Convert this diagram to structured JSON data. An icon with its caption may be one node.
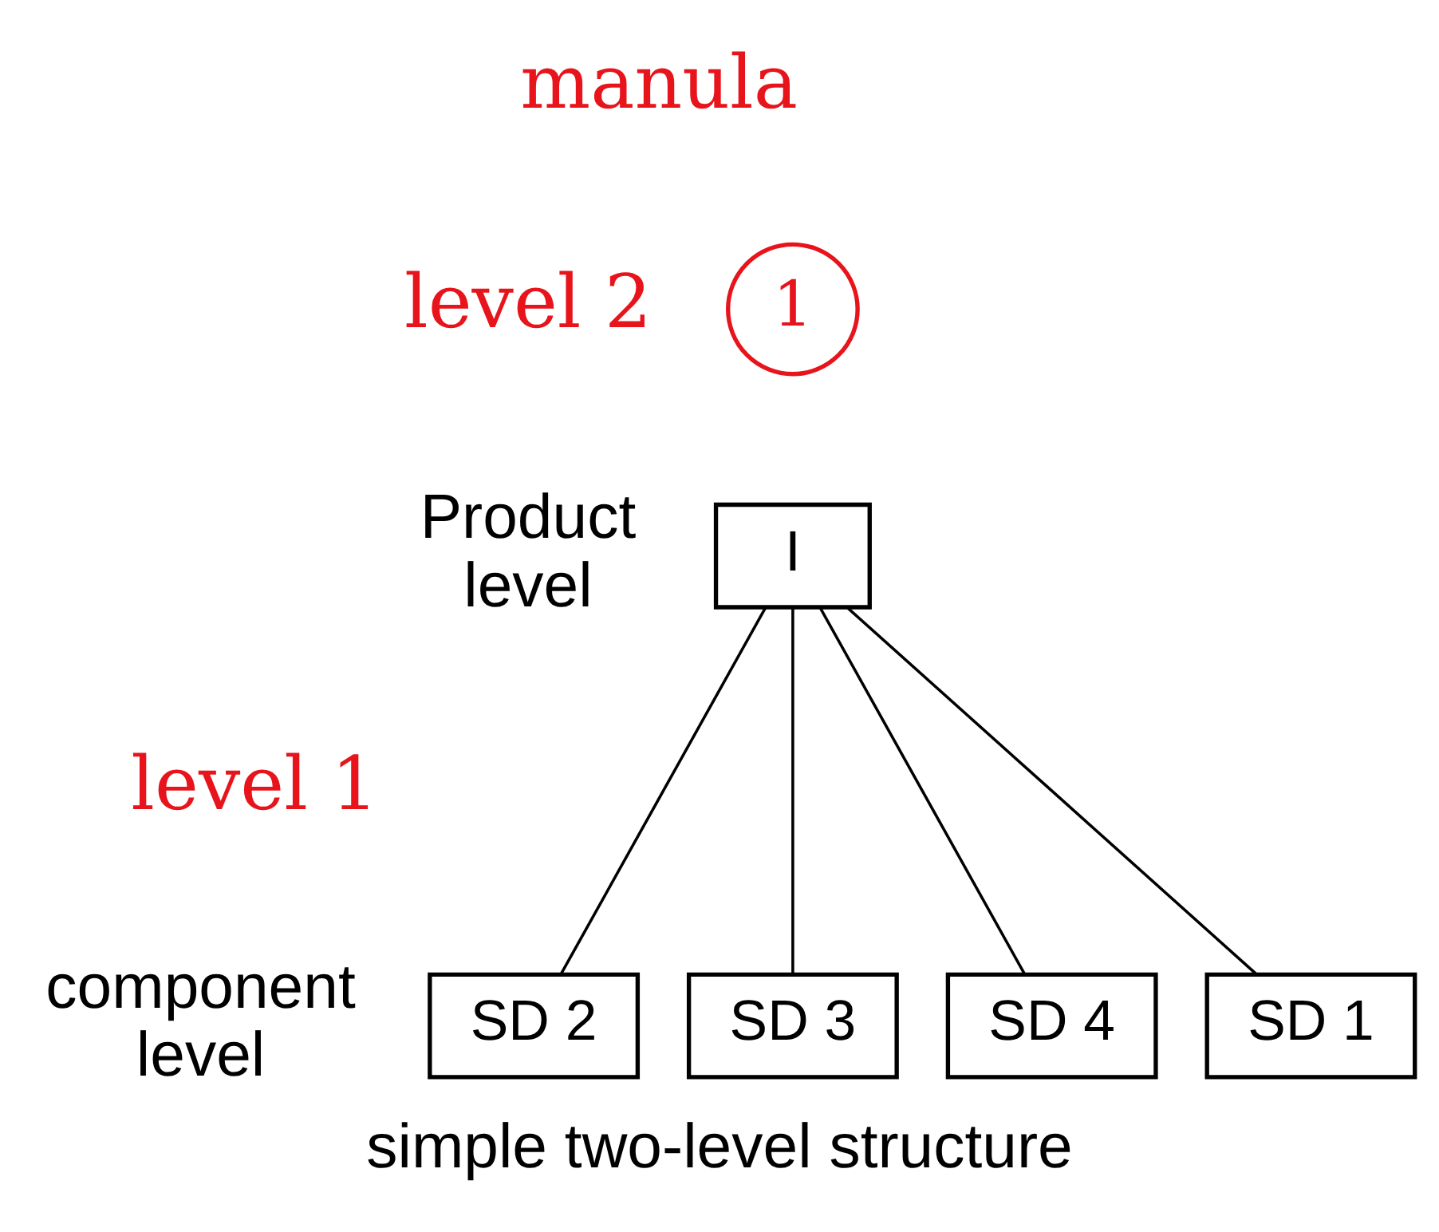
{
  "diagram": {
    "caption": "simple two-level structure",
    "nodes": [
      {
        "text": [
          "1"
        ]
      },
      {
        "text": [
          "I"
        ]
      },
      {
        "text": [
          "SD 1"
        ]
      },
      {
        "text": [
          "SD 2"
        ]
      },
      {
        "text": [
          "SD 3"
        ]
      },
      {
        "text": [
          "SD 4"
        ]
      }
    ],
    "edges": [
      {
        "from": 1,
        "to": 2,
        "arrow": "none"
      },
      {
        "from": 1,
        "to": 3,
        "arrow": "none"
      },
      {
        "from": 1,
        "to": 4,
        "arrow": "none"
      },
      {
        "from": 1,
        "to": 5,
        "arrow": "none"
      }
    ],
    "labels": [
      "manula",
      "level 2",
      "Product level",
      "level 1",
      "component level"
    ]
  }
}
